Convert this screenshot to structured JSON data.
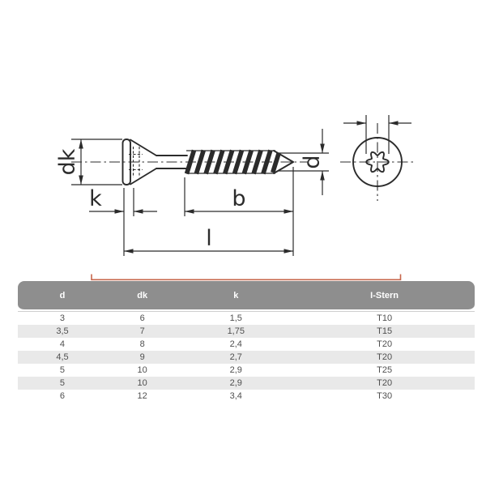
{
  "colors": {
    "line": "#2b2b2b",
    "accent": "#c7664b",
    "table-header-bg": "#8e8e8e",
    "table-header-text": "#ffffff",
    "table-row-alt-bg": "#e9e9e9",
    "table-cell-text": "#4f4f4f",
    "page-bg": "#ffffff"
  },
  "diagram": {
    "labels": {
      "head_diameter": "dk",
      "head_height": "k",
      "thread_length": "b",
      "total_length": "l",
      "diameter": "d"
    }
  },
  "table": {
    "headers": [
      "d",
      "dk",
      "k",
      "I-Stern"
    ],
    "rows": [
      [
        "3",
        "6",
        "1,5",
        "T10"
      ],
      [
        "3,5",
        "7",
        "1,75",
        "T15"
      ],
      [
        "4",
        "8",
        "2,4",
        "T20"
      ],
      [
        "4,5",
        "9",
        "2,7",
        "T20"
      ],
      [
        "5",
        "10",
        "2,9",
        "T25"
      ],
      [
        "5",
        "10",
        "2,9",
        "T20"
      ],
      [
        "6",
        "12",
        "3,4",
        "T30"
      ]
    ]
  }
}
